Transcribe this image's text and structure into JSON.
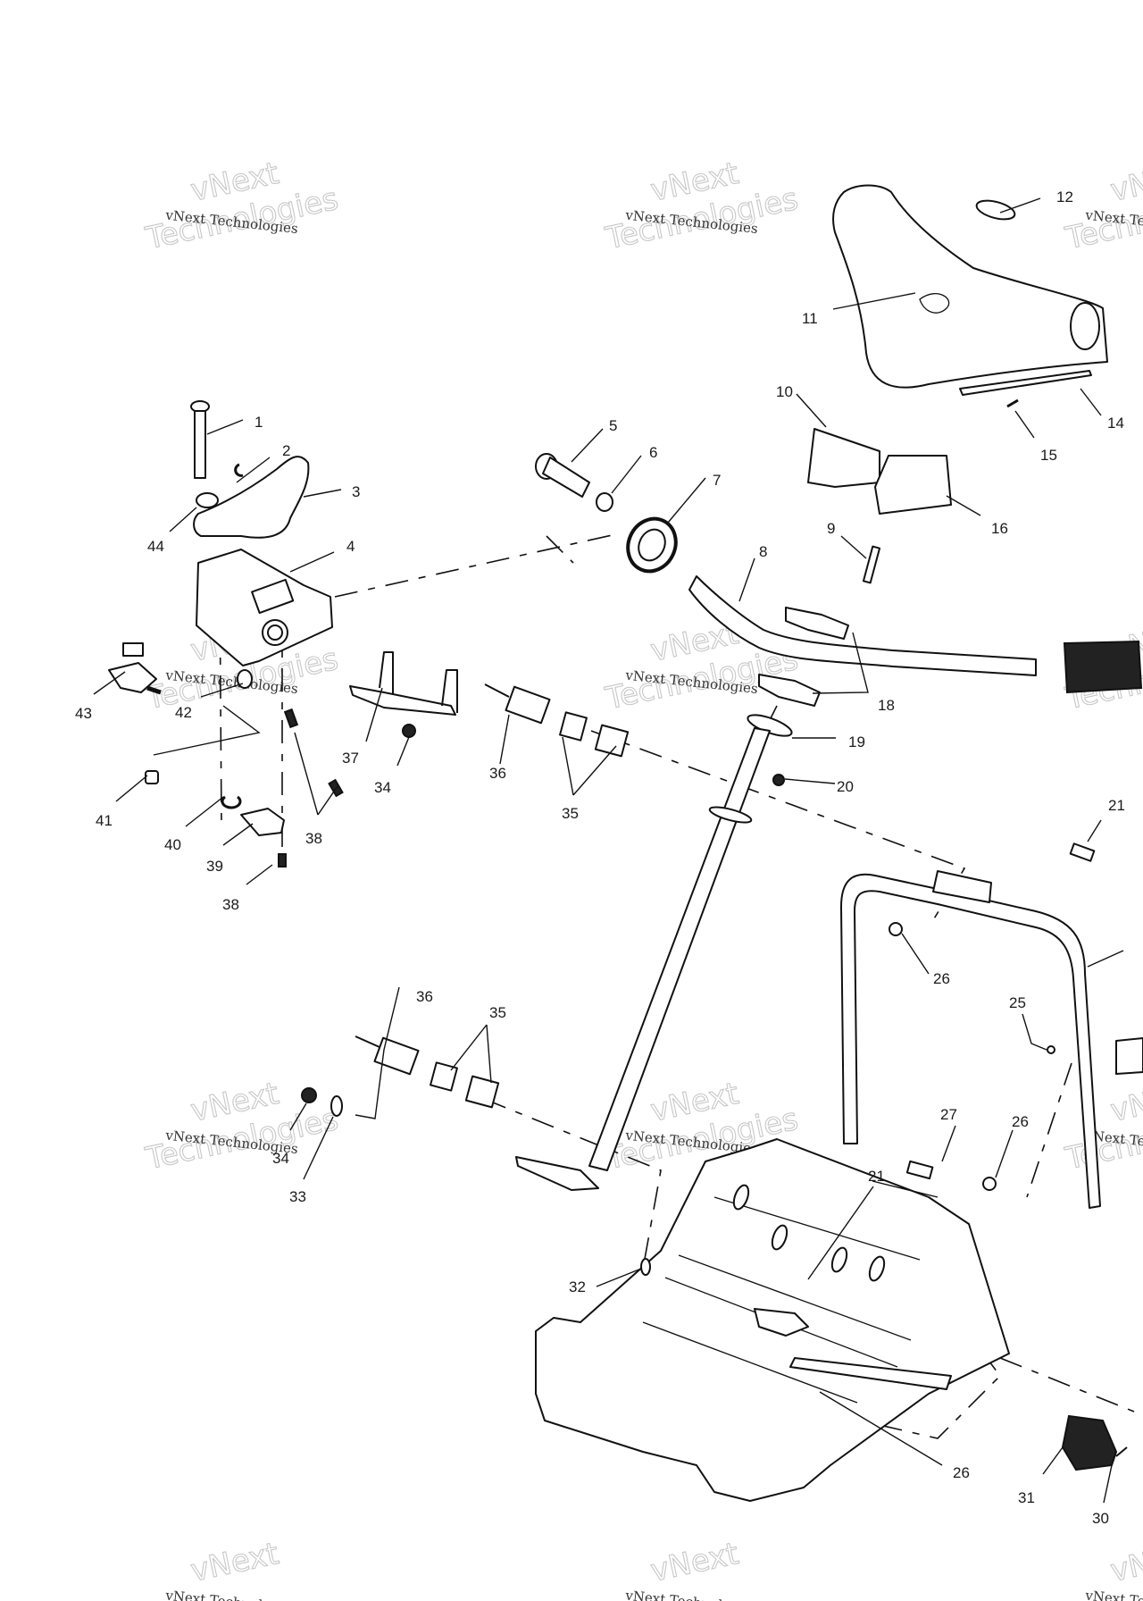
{
  "diagram": {
    "type": "exploded parts diagram",
    "subject": "handlebar, steering column and chassis assembly",
    "background_color": "#ffffff",
    "line_color": "#111111"
  },
  "watermark": {
    "line1": "vNext Technologies",
    "line2_top": "vNext",
    "line2_bottom": "Technologies",
    "color": "#c8c8c8"
  },
  "callouts": [
    {
      "id": "c1",
      "label": "1"
    },
    {
      "id": "c2",
      "label": "2"
    },
    {
      "id": "c3",
      "label": "3"
    },
    {
      "id": "c4",
      "label": "4"
    },
    {
      "id": "c5",
      "label": "5"
    },
    {
      "id": "c6",
      "label": "6"
    },
    {
      "id": "c7",
      "label": "7"
    },
    {
      "id": "c8",
      "label": "8"
    },
    {
      "id": "c9",
      "label": "9"
    },
    {
      "id": "c10",
      "label": "10"
    },
    {
      "id": "c11",
      "label": "11"
    },
    {
      "id": "c12",
      "label": "12"
    },
    {
      "id": "c14",
      "label": "14"
    },
    {
      "id": "c15",
      "label": "15"
    },
    {
      "id": "c16",
      "label": "16"
    },
    {
      "id": "c18",
      "label": "18"
    },
    {
      "id": "c19",
      "label": "19"
    },
    {
      "id": "c20",
      "label": "20"
    },
    {
      "id": "c21a",
      "label": "21"
    },
    {
      "id": "c21b",
      "label": "21"
    },
    {
      "id": "c25",
      "label": "25"
    },
    {
      "id": "c26a",
      "label": "26"
    },
    {
      "id": "c26b",
      "label": "26"
    },
    {
      "id": "c26c",
      "label": "26"
    },
    {
      "id": "c27",
      "label": "27"
    },
    {
      "id": "c30",
      "label": "30"
    },
    {
      "id": "c31",
      "label": "31"
    },
    {
      "id": "c32",
      "label": "32"
    },
    {
      "id": "c33",
      "label": "33"
    },
    {
      "id": "c34a",
      "label": "34"
    },
    {
      "id": "c34b",
      "label": "34"
    },
    {
      "id": "c35a",
      "label": "35"
    },
    {
      "id": "c35b",
      "label": "35"
    },
    {
      "id": "c36a",
      "label": "36"
    },
    {
      "id": "c36b",
      "label": "36"
    },
    {
      "id": "c37",
      "label": "37"
    },
    {
      "id": "c38a",
      "label": "38"
    },
    {
      "id": "c38b",
      "label": "38"
    },
    {
      "id": "c39",
      "label": "39"
    },
    {
      "id": "c40",
      "label": "40"
    },
    {
      "id": "c41",
      "label": "41"
    },
    {
      "id": "c42",
      "label": "42"
    },
    {
      "id": "c43",
      "label": "43"
    },
    {
      "id": "c44",
      "label": "44"
    }
  ]
}
